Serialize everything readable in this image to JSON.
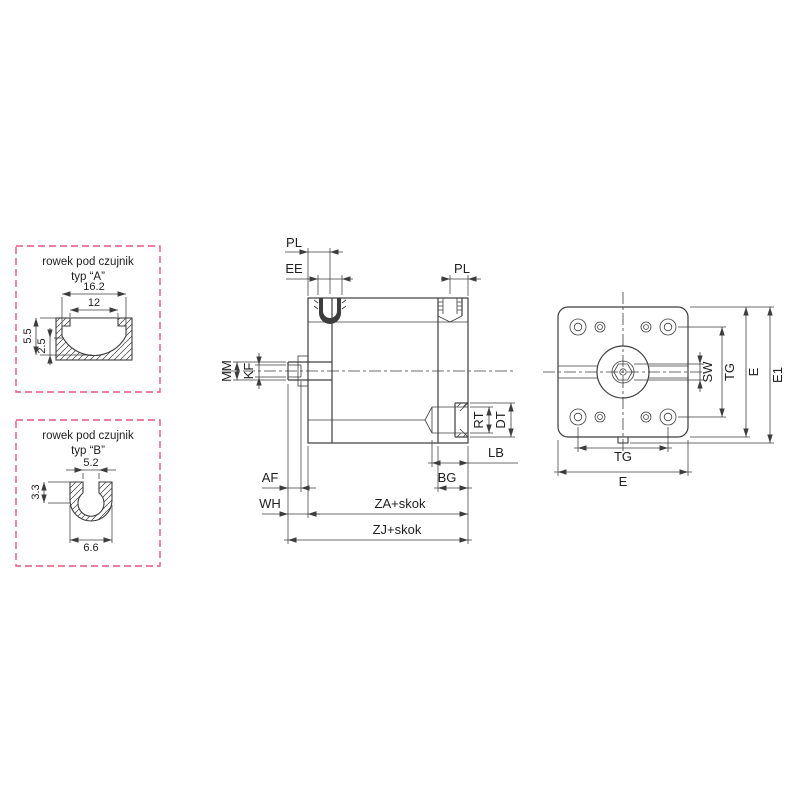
{
  "drawing": {
    "background": "#ffffff",
    "line_color": "#3d3d3d",
    "inset_frame_color": "#e75480"
  },
  "inset_a": {
    "title": "rowek pod czujnik",
    "subtitle": "typ “A”",
    "dim_top": "16.2",
    "dim_mid": "12",
    "dim_depth": "5.5",
    "dim_step": "2.5"
  },
  "inset_b": {
    "title": "rowek pod czujnik",
    "subtitle": "typ “B”",
    "dim_top": "5.2",
    "dim_depth": "3.3",
    "dim_width": "6.6"
  },
  "side_view": {
    "pl_left": "PL",
    "ee": "EE",
    "pl_right": "PL",
    "mm": "MM",
    "kf": "KF",
    "rt": "RT",
    "dt": "DT",
    "lb": "LB",
    "af": "AF",
    "wh": "WH",
    "bg": "BG",
    "za": "ZA+skok",
    "zj": "ZJ+skok"
  },
  "front_view": {
    "sw": "SW",
    "tg_side": "TG",
    "e_side": "E",
    "e1": "E1",
    "tg_bottom": "TG",
    "e_bottom": "E"
  }
}
